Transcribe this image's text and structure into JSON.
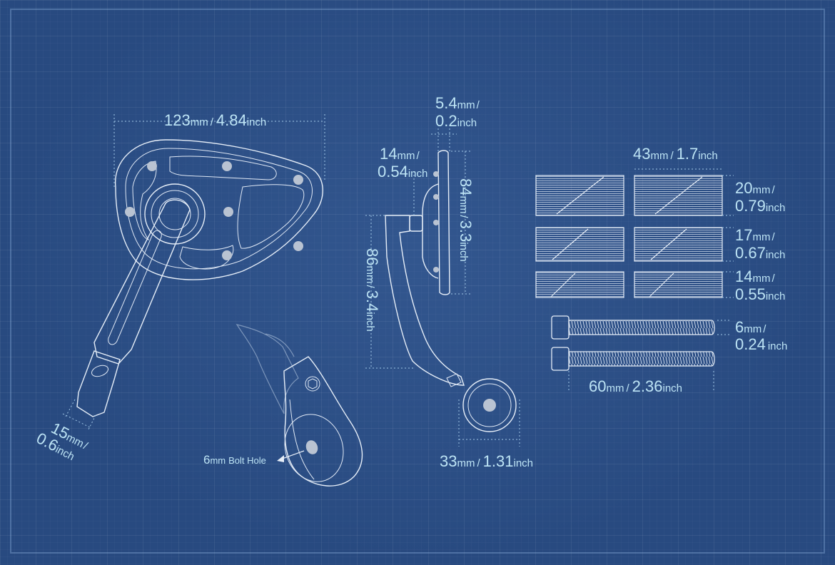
{
  "dimensions": {
    "overall_width": {
      "value": "123",
      "unit": "mm",
      "sep": "/",
      "value2": "4.84",
      "unit2": "inch"
    },
    "stem_width": {
      "value": "15",
      "unit": "mm",
      "sep": "/",
      "value2": "0.6",
      "unit2": "inch"
    },
    "mirror_thickness": {
      "value": "5.4",
      "unit": "mm",
      "sep": "/",
      "value2": "0.2",
      "unit2": "inch"
    },
    "ball_depth": {
      "value": "14",
      "unit": "mm",
      "sep": "/",
      "value2": "0.54",
      "unit2": "inch"
    },
    "mirror_height": {
      "value": "84",
      "unit": "mm",
      "sep": "/",
      "value2": "3.3",
      "unit2": "inch"
    },
    "arm_height": {
      "value": "86",
      "unit": "mm",
      "sep": "/",
      "value2": "3.4",
      "unit2": "inch"
    },
    "clamp_width": {
      "value": "33",
      "unit": "mm",
      "sep": "/",
      "value2": "1.31",
      "unit2": "inch"
    },
    "spacer_width": {
      "value": "43",
      "unit": "mm",
      "sep": "/",
      "value2": "1.7",
      "unit2": "inch"
    },
    "spacer_20": {
      "value": "20",
      "unit": "mm",
      "sep": "/",
      "value2": "0.79",
      "unit2": "inch"
    },
    "spacer_17": {
      "value": "17",
      "unit": "mm",
      "sep": "/",
      "value2": "0.67",
      "unit2": "inch"
    },
    "spacer_14": {
      "value": "14",
      "unit": "mm",
      "sep": "/",
      "value2": "0.55",
      "unit2": "inch"
    },
    "bolt_diameter": {
      "value": "6",
      "unit": "mm",
      "sep": "/",
      "value2": "0.24",
      "unit2": "inch"
    },
    "bolt_length": {
      "value": "60",
      "unit": "mm",
      "sep": "/",
      "value2": "2.36",
      "unit2": "inch"
    }
  },
  "callouts": {
    "bolt_hole": {
      "value": "6",
      "unit": "mm",
      "label": "Bolt Hole"
    }
  },
  "colors": {
    "background": "#284a80",
    "line": "#e6eef8",
    "dimension_text": "#bde4f5"
  }
}
